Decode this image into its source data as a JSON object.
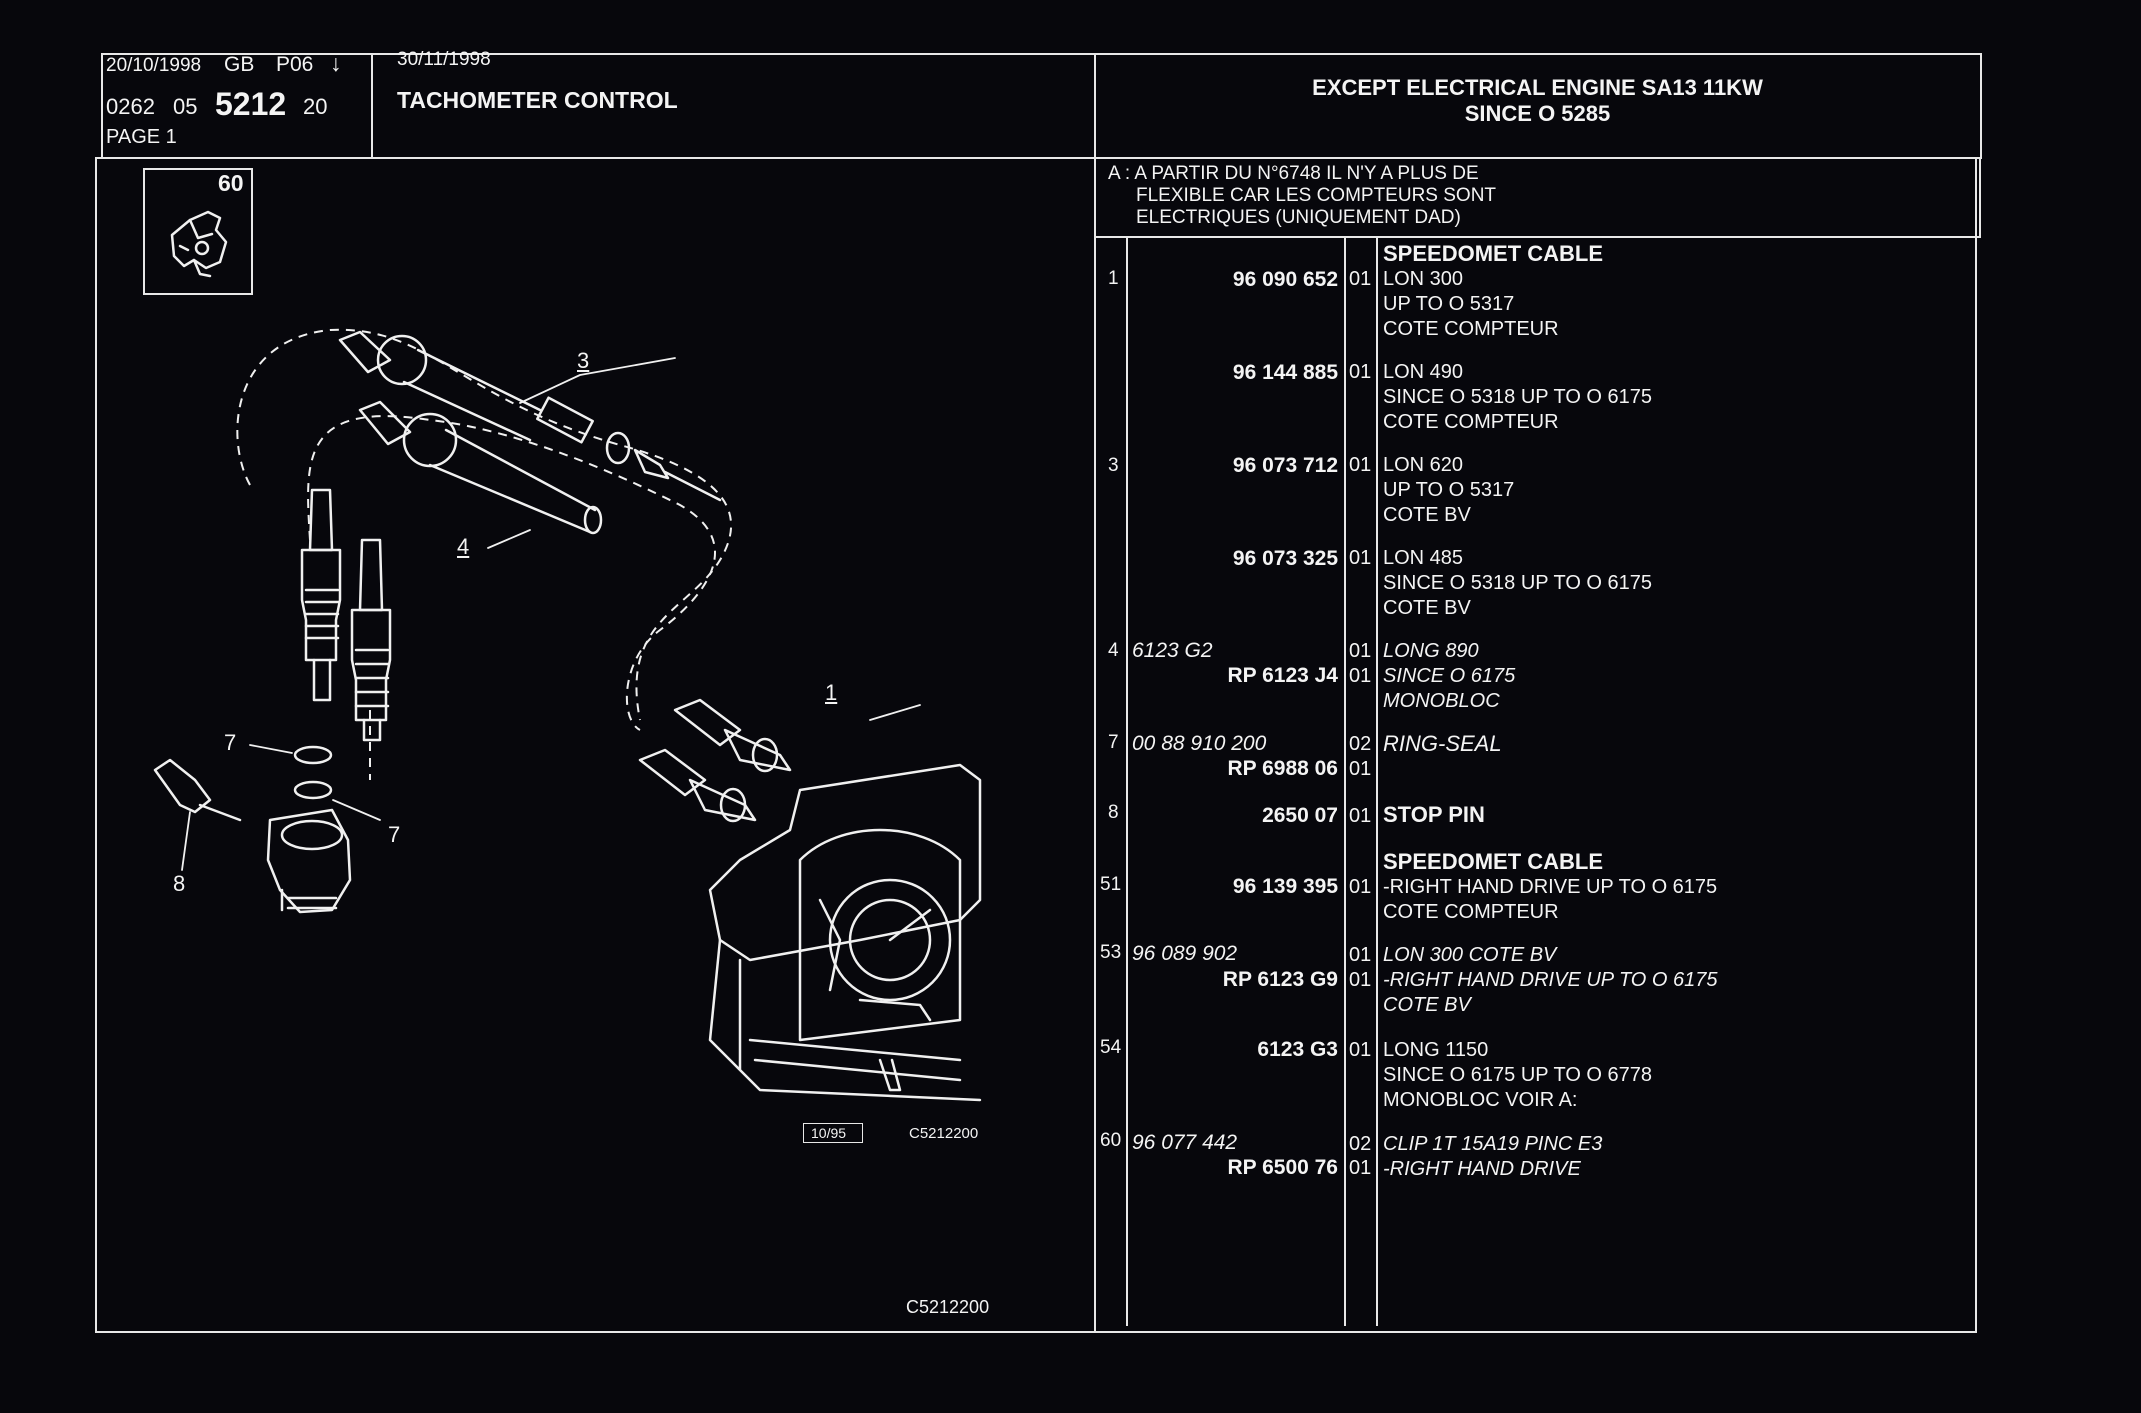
{
  "header": {
    "date": "20/10/1998",
    "lang": "GB",
    "page_code": "P06",
    "arrow": "↓",
    "ref_a": "0262",
    "ref_b": "05",
    "ref_main": "5212",
    "ref_c": "20",
    "page_label": "PAGE  1",
    "date2": "30/11/1998",
    "title": "TACHOMETER CONTROL",
    "condition_line1": "EXCEPT  ELECTRICAL ENGINE SA13 11KW",
    "condition_line2": "SINCE  O   5285"
  },
  "note": {
    "line1": "A : A PARTIR DU N°6748 IL N'Y A PLUS DE",
    "line2": "FLEXIBLE CAR LES COMPTEURS SONT",
    "line3": "ELECTRIQUES (UNIQUEMENT DAD)"
  },
  "thumbnail": {
    "number": "60",
    "icon": "assembly-thumbnail-icon"
  },
  "diagram": {
    "callouts": [
      "3",
      "4",
      "1",
      "7",
      "7",
      "8"
    ],
    "stamp": "10/95",
    "code": "C5212200",
    "bottom_code": "C5212200"
  },
  "parts": [
    {
      "title": "SPEEDOMET CABLE"
    },
    {
      "item": "1",
      "ref": "",
      "number": "96  090  652",
      "qty": "01",
      "desc": [
        "LON 300",
        "UP  TO  O  5317",
        "COTE COMPTEUR"
      ]
    },
    {
      "item": "",
      "ref": "",
      "number": "96  144  885",
      "qty": "01",
      "desc": [
        "LON 490",
        "SINCE  O  5318  UP  TO  O  6175",
        "COTE COMPTEUR"
      ]
    },
    {
      "item": "3",
      "ref": "",
      "number": "96  073  712",
      "qty": "01",
      "desc": [
        "LON 620",
        "UP  TO  O  5317",
        "COTE BV"
      ]
    },
    {
      "item": "",
      "ref": "",
      "number": "96  073  325",
      "qty": "01",
      "desc": [
        "LON 485",
        "SINCE  O  5318  UP  TO  O  6175",
        "COTE BV"
      ]
    },
    {
      "item": "4",
      "ref": "6123 G2",
      "number": "RP   6123  J4",
      "qty": "01",
      "qty2": "01",
      "desc": [
        "LONG 890",
        "SINCE  O  6175",
        "MONOBLOC"
      ]
    },
    {
      "item": "7",
      "ref": "00 88 910 200",
      "number": "RP   6988  06",
      "qty": "02",
      "qty2": "01",
      "desc": [
        "RING-SEAL"
      ]
    },
    {
      "item": "8",
      "ref": "",
      "number": "2650  07",
      "qty": "01",
      "desc": [
        "STOP PIN"
      ]
    },
    {
      "title": "SPEEDOMET CABLE"
    },
    {
      "item": "51",
      "ref": "",
      "number": "96  139  395",
      "qty": "01",
      "desc": [
        "-RIGHT HAND DRIVE  UP  TO  O  6175",
        "COTE COMPTEUR"
      ]
    },
    {
      "item": "53",
      "ref": "96 089 902",
      "number": "RP   6123  G9",
      "qty": "01",
      "qty2": "01",
      "desc": [
        "LON 300 COTE BV",
        "-RIGHT HAND DRIVE  UP  TO  O  6175",
        "COTE BV"
      ]
    },
    {
      "item": "54",
      "ref": "",
      "number": "6123  G3",
      "qty": "01",
      "desc": [
        "LONG 1150",
        "SINCE  O  6175  UP  TO  O  6778",
        "MONOBLOC VOIR A:"
      ]
    },
    {
      "item": "60",
      "ref": "96 077 442",
      "number": "RP   6500  76",
      "qty": "02",
      "qty2": "01",
      "desc": [
        "CLIP 1T 15A19 PINC E3",
        "-RIGHT HAND DRIVE"
      ]
    }
  ],
  "colors": {
    "background": "#07070c",
    "ink": "#f4f4f4"
  }
}
